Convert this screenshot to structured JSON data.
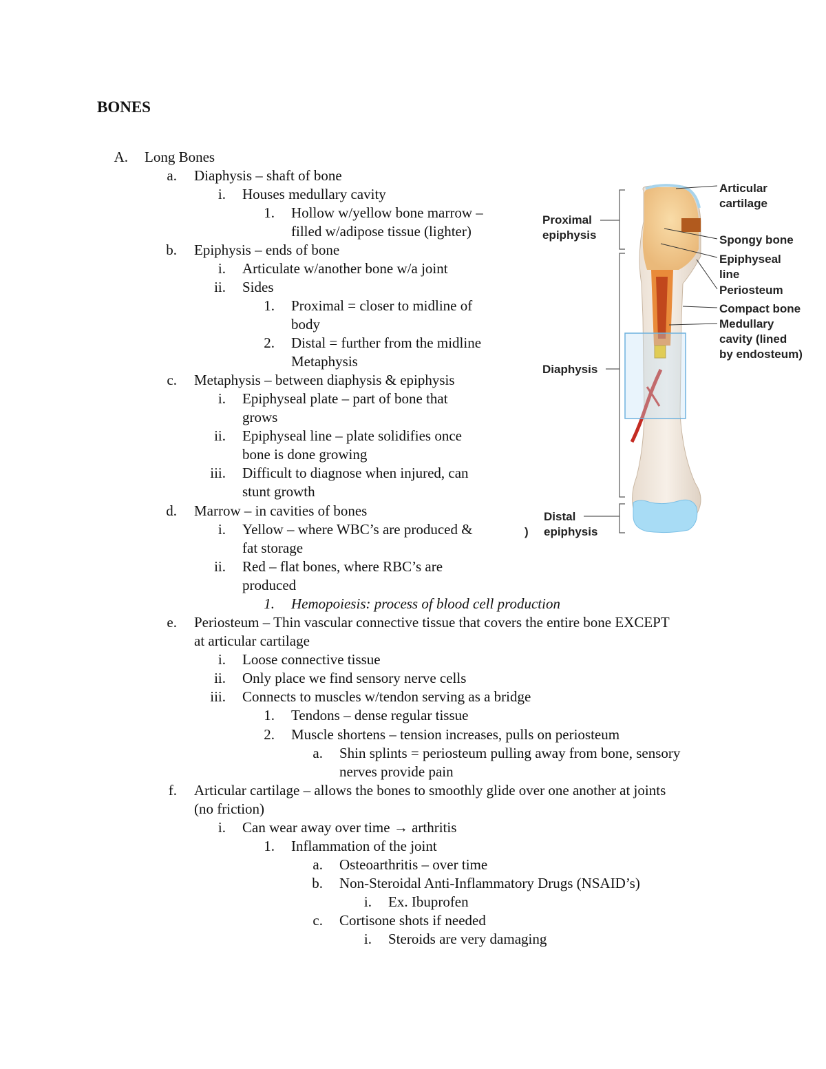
{
  "document": {
    "title": "BONES",
    "outline": [
      {
        "marker": "A.",
        "text": "Long Bones"
      },
      {
        "marker": "a.",
        "text": "Diaphysis – shaft of bone"
      },
      {
        "marker": "i.",
        "text": "Houses medullary cavity"
      },
      {
        "marker": "1.",
        "text": "Hollow w/yellow bone marrow –"
      },
      {
        "marker": "",
        "text": "filled w/adipose tissue (lighter)"
      },
      {
        "marker": "b.",
        "text": "Epiphysis – ends of bone"
      },
      {
        "marker": "i.",
        "text": "Articulate w/another bone w/a joint"
      },
      {
        "marker": "ii.",
        "text": "Sides"
      },
      {
        "marker": "1.",
        "text": "Proximal = closer to midline of"
      },
      {
        "marker": "",
        "text": "body"
      },
      {
        "marker": "2.",
        "text": "Distal = further from the midline"
      },
      {
        "marker": "",
        "text": "Metaphysis"
      },
      {
        "marker": "c.",
        "text": "Metaphysis – between diaphysis & epiphysis"
      },
      {
        "marker": "i.",
        "text": "Epiphyseal plate – part of bone that"
      },
      {
        "marker": "",
        "text": "grows"
      },
      {
        "marker": "ii.",
        "text": "Epiphyseal line – plate solidifies once"
      },
      {
        "marker": "",
        "text": "bone is done growing"
      },
      {
        "marker": "iii.",
        "text": "Difficult to diagnose when injured, can"
      },
      {
        "marker": "",
        "text": "stunt growth"
      },
      {
        "marker": "d.",
        "text": "Marrow – in cavities of bones"
      },
      {
        "marker": "i.",
        "text": "Yellow – where WBC’s are produced &"
      },
      {
        "marker": "",
        "text": "fat storage"
      },
      {
        "marker": "ii.",
        "text": "Red – flat bones, where RBC’s are"
      },
      {
        "marker": "",
        "text": "produced"
      },
      {
        "marker": "1.",
        "text": "Hemopoiesis: process of blood cell production"
      },
      {
        "marker": "e.",
        "text": "Periosteum – Thin vascular connective tissue that covers the entire bone EXCEPT"
      },
      {
        "marker": "",
        "text": "at articular cartilage"
      },
      {
        "marker": "i.",
        "text": "Loose connective tissue"
      },
      {
        "marker": "ii.",
        "text": "Only place we find sensory nerve cells"
      },
      {
        "marker": "iii.",
        "text": "Connects to muscles w/tendon serving as a bridge"
      },
      {
        "marker": "1.",
        "text": "Tendons – dense regular tissue"
      },
      {
        "marker": "2.",
        "text": "Muscle shortens – tension increases, pulls on periosteum"
      },
      {
        "marker": "a.",
        "text": "Shin splints = periosteum pulling away from bone, sensory"
      },
      {
        "marker": "",
        "text": "nerves provide pain"
      },
      {
        "marker": "f.",
        "text": "Articular cartilage – allows the bones to smoothly glide over one another at joints"
      },
      {
        "marker": "",
        "text": "(no friction)"
      },
      {
        "marker": "i.",
        "text": "Can wear away over time → arthritis"
      },
      {
        "marker": "1.",
        "text": "Inflammation of the joint"
      },
      {
        "marker": "a.",
        "text": "Osteoarthritis – over time"
      },
      {
        "marker": "b.",
        "text": "Non-Steroidal Anti-Inflammatory Drugs (NSAID’s)"
      },
      {
        "marker": "i.",
        "text": "Ex. Ibuprofen"
      },
      {
        "marker": "c.",
        "text": "Cortisone shots if needed"
      },
      {
        "marker": "i.",
        "text": "Steroids are very damaging"
      }
    ]
  },
  "diagram": {
    "labels": {
      "articular_cartilage": [
        "Articular",
        "cartilage"
      ],
      "proximal_epiphysis": [
        "Proximal",
        "epiphysis"
      ],
      "spongy_bone": "Spongy bone",
      "epiphyseal_line": [
        "Epiphyseal",
        "line"
      ],
      "periosteum": "Periosteum",
      "compact_bone": "Compact bone",
      "medullary_cavity": [
        "Medullary",
        "cavity (lined",
        "by endosteum)"
      ],
      "diaphysis": "Diaphysis",
      "distal_epiphysis": [
        "Distal",
        "epiphysis"
      ],
      "panel_fragment": ")"
    }
  }
}
